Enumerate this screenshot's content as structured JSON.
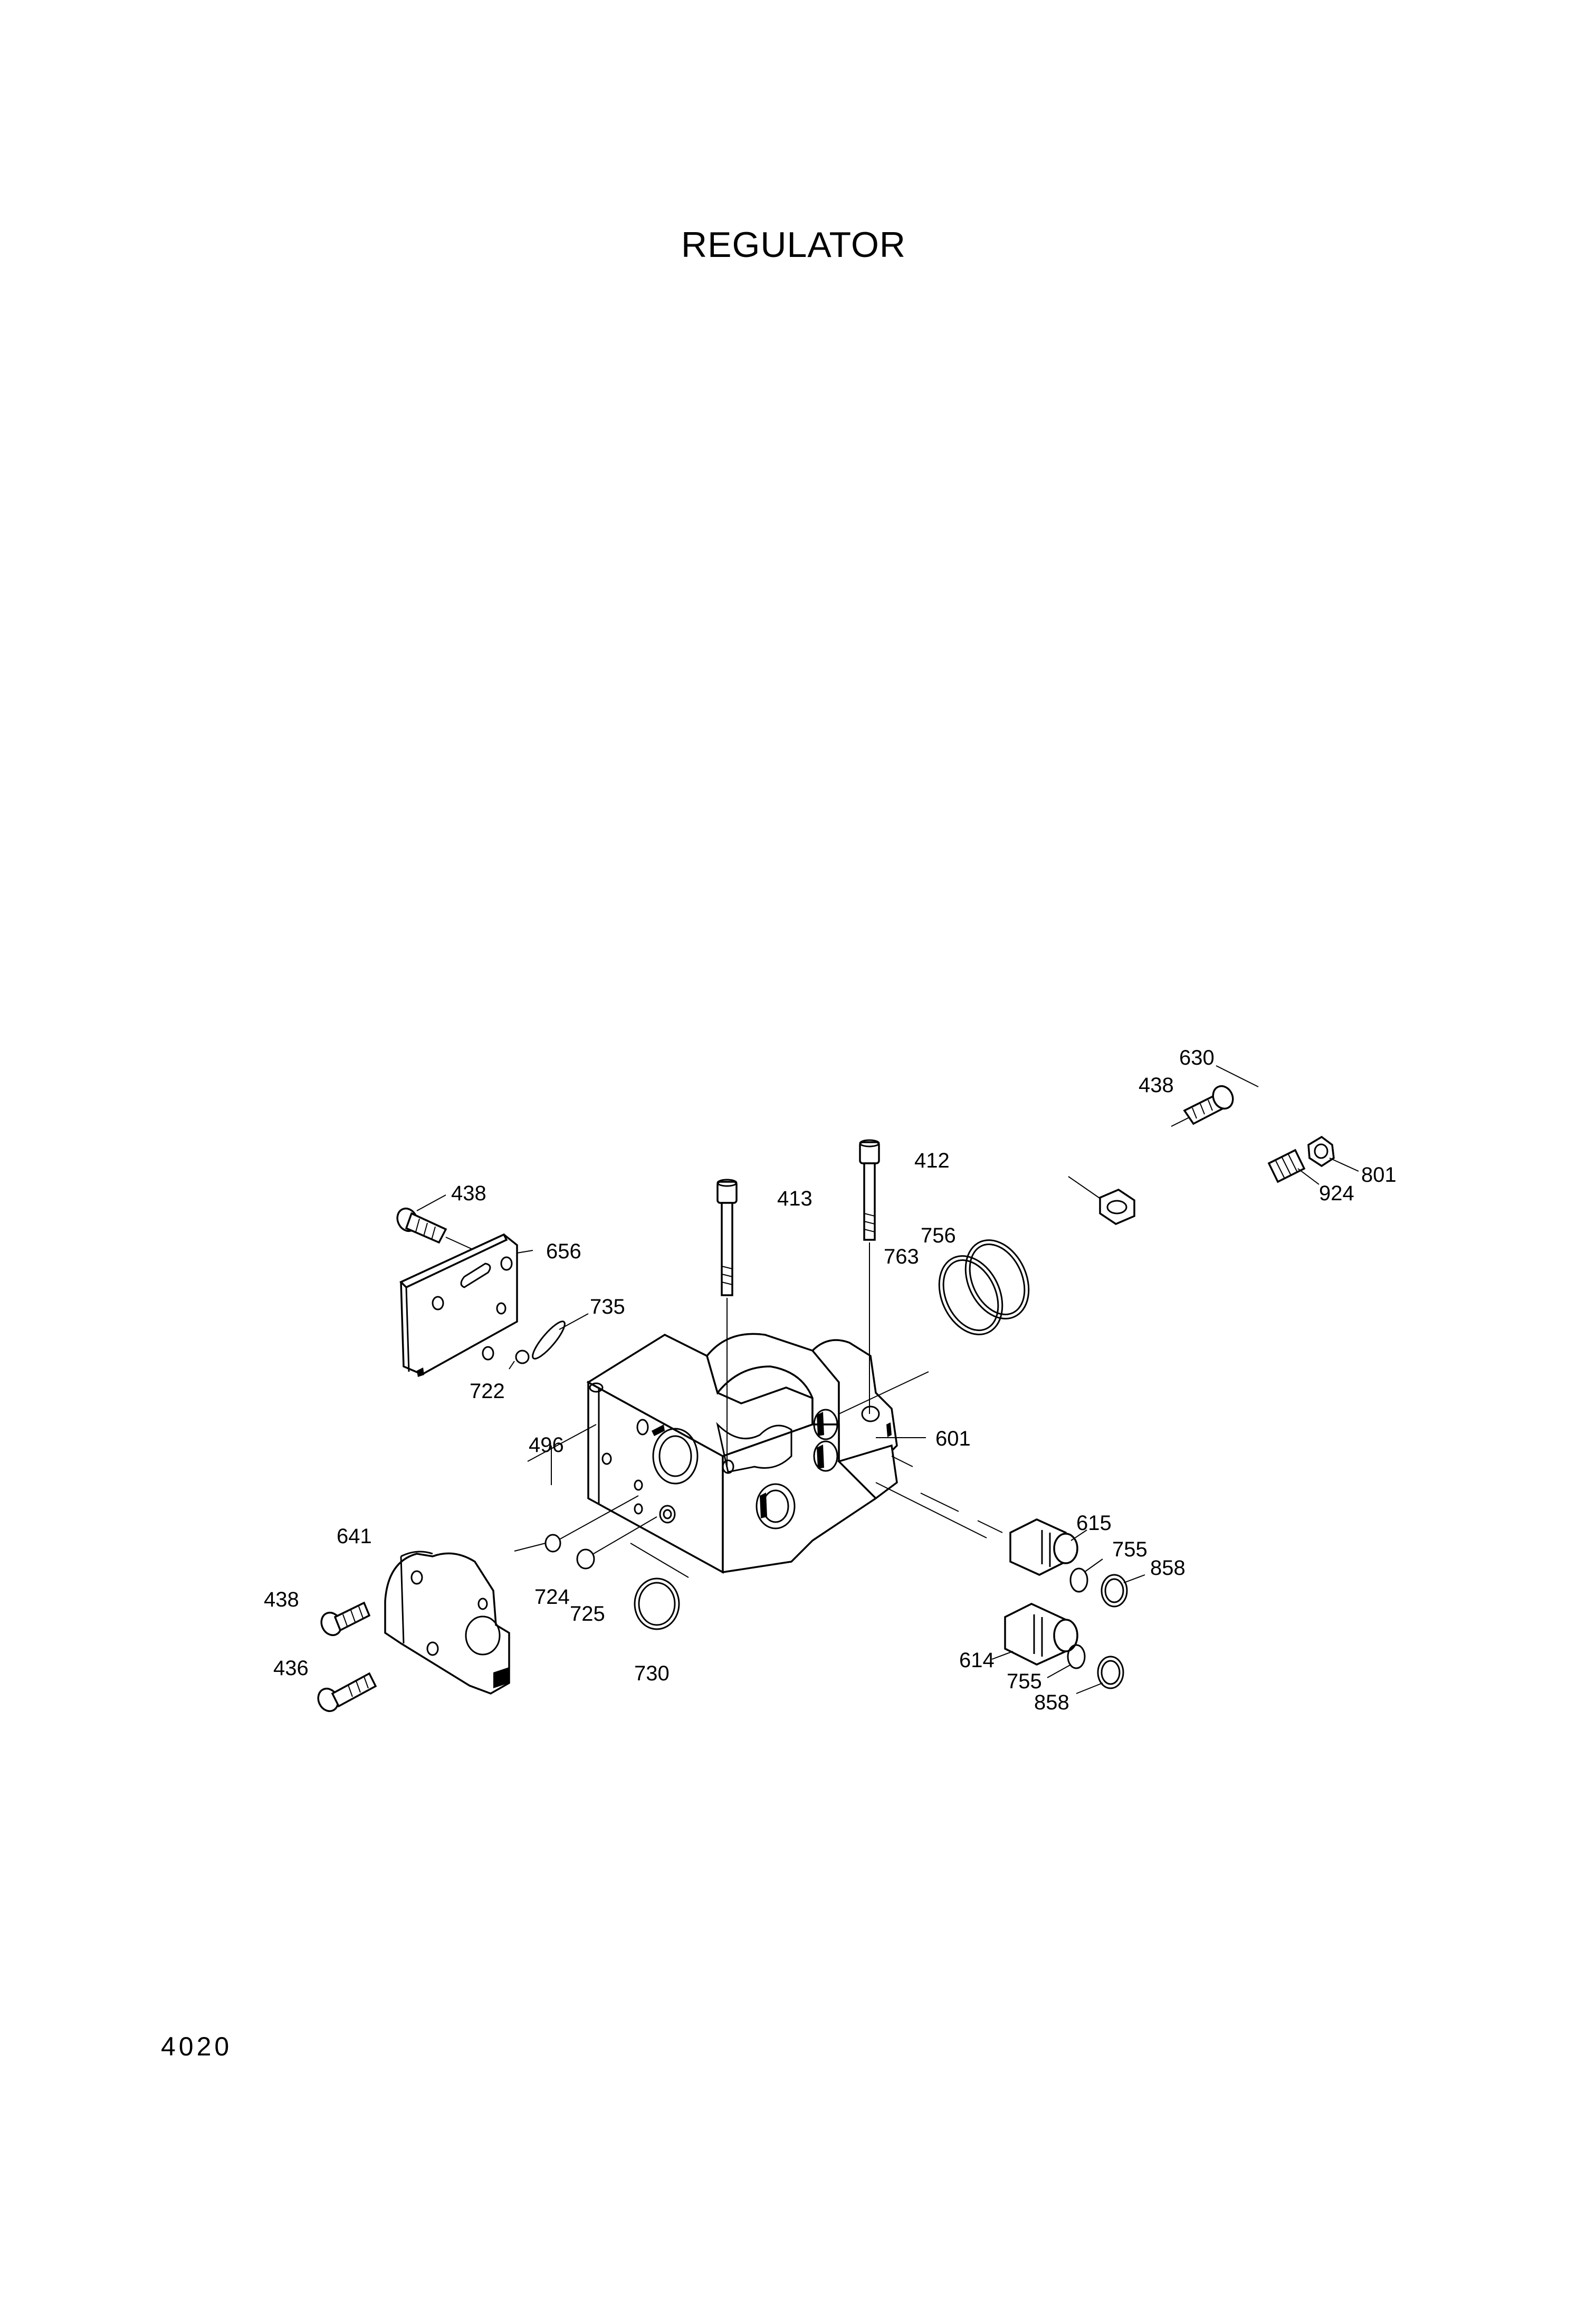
{
  "title": "REGULATOR",
  "page_number": "4020",
  "part_labels": {
    "p630": "630",
    "p438_top": "438",
    "p801": "801",
    "p924": "924",
    "p412": "412",
    "p413": "413",
    "p756": "756",
    "p763": "763",
    "p438_left": "438",
    "p656": "656",
    "p735": "735",
    "p722": "722",
    "p496": "496",
    "p601": "601",
    "p641": "641",
    "p615": "615",
    "p755_a": "755",
    "p858_a": "858",
    "p438_bottom": "438",
    "p724": "724",
    "p725": "725",
    "p436": "436",
    "p730": "730",
    "p614": "614",
    "p755_b": "755",
    "p858_b": "858"
  }
}
